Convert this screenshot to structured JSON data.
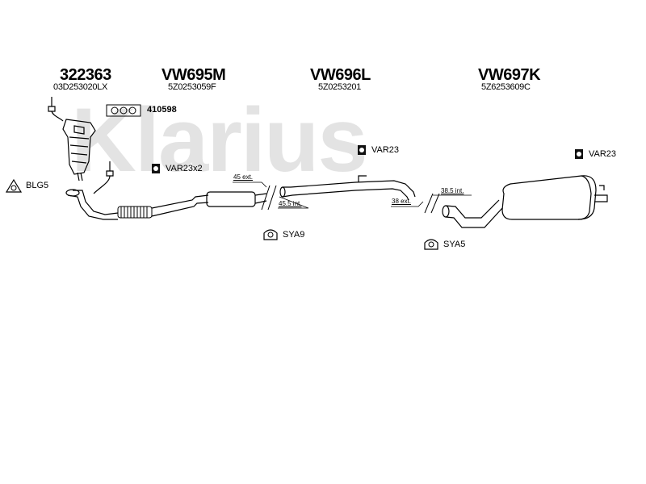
{
  "watermark": "Klarius",
  "parts": [
    {
      "code": "322363",
      "oem": "03D253020LX"
    },
    {
      "code": "VW695M",
      "oem": "5Z0253059F"
    },
    {
      "code": "VW696L",
      "oem": "5Z0253201"
    },
    {
      "code": "VW697K",
      "oem": "5Z6253609C"
    }
  ],
  "fittings": {
    "gasket": "410598",
    "var23x2": "VAR23x2",
    "var23_a": "VAR23",
    "var23_b": "VAR23",
    "blg5": "BLG5",
    "sya9": "SYA9",
    "sya5": "SYA5"
  },
  "dimensions": {
    "d1_ext": "45 ext.",
    "d1_int": "45.5 int.",
    "d2_ext": "38 ext.",
    "d2_int": "38.5 int."
  },
  "colors": {
    "line": "#000000",
    "watermark": "#e3e3e3"
  },
  "icons": [
    "rubber-hanger-icon",
    "clamp-icon",
    "bracket-icon",
    "gasket-icon",
    "sensor-icon"
  ]
}
